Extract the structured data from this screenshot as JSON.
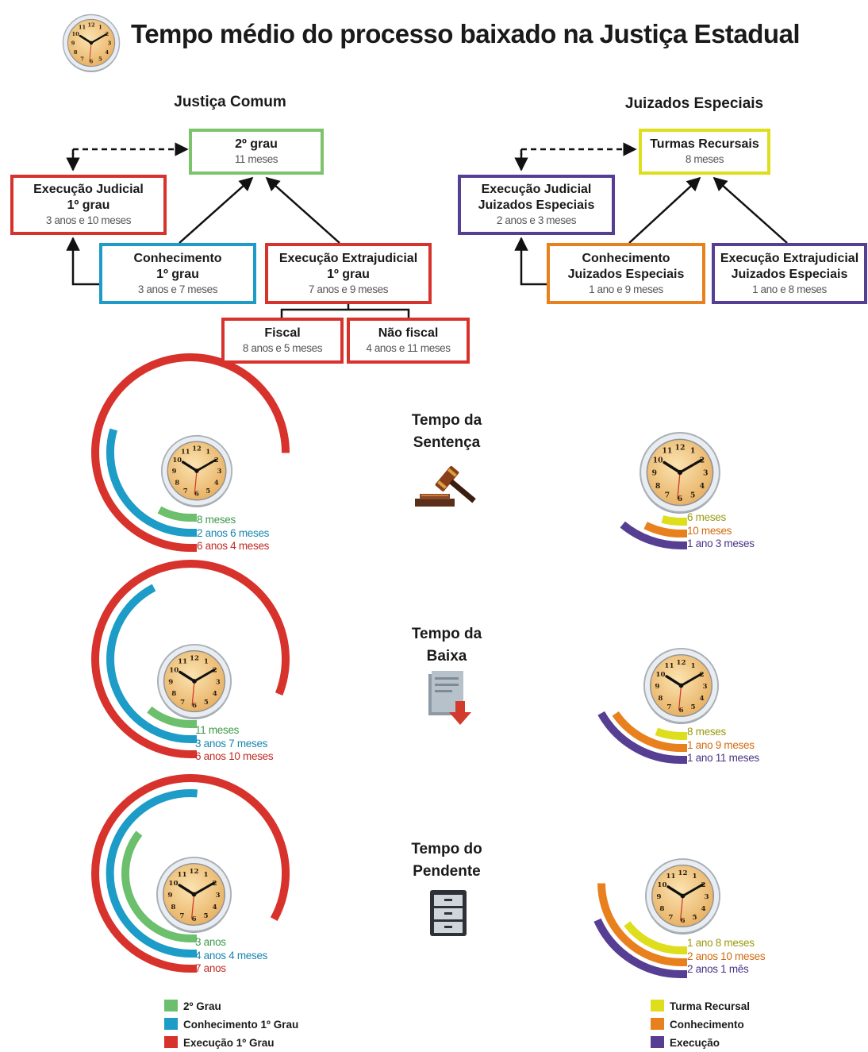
{
  "header": {
    "title": "Tempo médio do processo baixado na Justiça Estadual",
    "icon": "clock-icon"
  },
  "colors": {
    "green": "#6cbf6c",
    "blue": "#1c9cc7",
    "red": "#d7332c",
    "yellow": "#dede1d",
    "orange": "#e8801e",
    "purple": "#563e93"
  },
  "comum": {
    "title": "Justiça Comum",
    "segundo_grau": {
      "t1": "2º grau",
      "v": "11 meses"
    },
    "exec_judicial": {
      "t1": "Execução Judicial",
      "t2": "1º grau",
      "v": "3 anos e 10 meses"
    },
    "conhecimento": {
      "t1": "Conhecimento",
      "t2": "1º grau",
      "v": "3 anos e 7 meses"
    },
    "exec_extra": {
      "t1": "Execução Extrajudicial",
      "t2": "1º grau",
      "v": "7 anos e 9 meses"
    },
    "fiscal": {
      "t1": "Fiscal",
      "v": "8 anos e 5 meses"
    },
    "nao_fiscal": {
      "t1": "Não fiscal",
      "v": "4 anos e 11 meses"
    }
  },
  "juizados": {
    "title": "Juizados Especiais",
    "turmas": {
      "t1": "Turmas Recursais",
      "v": "8 meses"
    },
    "exec_judicial": {
      "t1": "Execução Judicial",
      "t2": "Juizados Especiais",
      "v": "2 anos e 3 meses"
    },
    "conhecimento": {
      "t1": "Conhecimento",
      "t2": "Juizados Especiais",
      "v": "1 ano e 9 meses"
    },
    "exec_extra": {
      "t1": "Execução Extrajudicial",
      "t2": "Juizados Especiais",
      "v": "1 ano e 8 meses"
    }
  },
  "tempos": [
    {
      "label": [
        "Tempo da",
        "Sentença"
      ],
      "icon": "gavel-icon",
      "comum": {
        "values_text": [
          "8 meses",
          "2 anos 6 meses",
          "6 anos 4 meses"
        ],
        "months": [
          8,
          30,
          76
        ]
      },
      "juizados": {
        "values_text": [
          "6 meses",
          "10 meses",
          "1 ano 3 meses"
        ],
        "months": [
          6,
          10,
          15
        ]
      }
    },
    {
      "label": [
        "Tempo da",
        "Baixa"
      ],
      "icon": "document-download-icon",
      "comum": {
        "values_text": [
          "11 meses",
          "3 anos 7 meses",
          "6 anos 10 meses"
        ],
        "months": [
          11,
          43,
          82
        ]
      },
      "juizados": {
        "values_text": [
          "8 meses",
          "1 ano 9 meses",
          "1 ano 11 meses"
        ],
        "months": [
          8,
          21,
          23
        ]
      }
    },
    {
      "label": [
        "Tempo do",
        "Pendente"
      ],
      "icon": "file-cabinet-icon",
      "comum": {
        "values_text": [
          "3 anos",
          "4 anos 4 meses",
          "7 anos"
        ],
        "months": [
          36,
          52,
          84
        ]
      },
      "juizados": {
        "values_text": [
          "1 ano 8 meses",
          "2 anos 10 meses",
          "2 anos 1 mês"
        ],
        "months": [
          20,
          34,
          25
        ]
      }
    }
  ],
  "legend_comum": [
    "2º Grau",
    "Conhecimento 1º Grau",
    "Execução 1º Grau"
  ],
  "legend_juizados": [
    "Turma Recursal",
    "Conhecimento",
    "Execução"
  ]
}
